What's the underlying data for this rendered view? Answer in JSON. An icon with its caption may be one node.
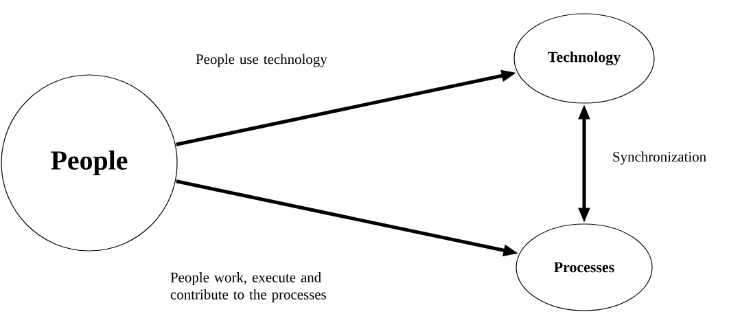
{
  "diagram": {
    "nodes": [
      {
        "text": [
          "People"
        ]
      },
      {
        "text": [
          "Technology"
        ]
      },
      {
        "text": [
          "Processes"
        ]
      }
    ],
    "edges": [
      {
        "from": 0,
        "to": 1,
        "arrow": "to",
        "label": "People use technology"
      },
      {
        "from": 0,
        "to": 2,
        "arrow": "to",
        "label": "People work, execute and contribute to the processes"
      },
      {
        "from": 1,
        "to": 2,
        "arrow": "both",
        "label": "Synchronization"
      }
    ]
  }
}
